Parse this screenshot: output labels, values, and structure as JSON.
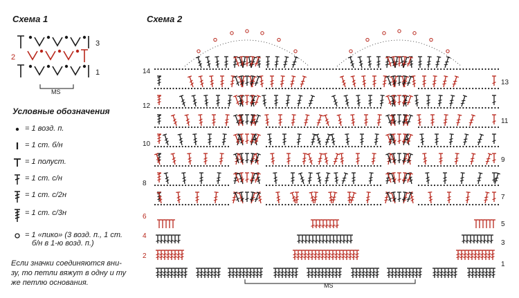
{
  "scheme1": {
    "title": "Схема 1",
    "row_labels": {
      "r1": "1",
      "r2": "2",
      "r3": "3"
    },
    "repeat_label": "MS"
  },
  "scheme2": {
    "title": "Схема 2",
    "left_rows": [
      "14",
      "12",
      "10",
      "8",
      "6",
      "4",
      "2"
    ],
    "right_rows": [
      "13",
      "11",
      "9",
      "7",
      "5",
      "3",
      "1"
    ],
    "repeat_label": "MS"
  },
  "legend": {
    "title": "Условные обозначения",
    "items": [
      {
        "icon": "chain-dot-icon",
        "text": "= 1 возд. п."
      },
      {
        "icon": "single-crochet-icon",
        "text": "= 1 ст. б/н"
      },
      {
        "icon": "half-double-crochet-icon",
        "text": "= 1 полуст."
      },
      {
        "icon": "double-crochet-icon",
        "text": "= 1 ст. с/н"
      },
      {
        "icon": "treble-crochet-icon",
        "text": "= 1 ст. с/2н"
      },
      {
        "icon": "double-treble-crochet-icon",
        "text": "= 1 ст. с/3н"
      }
    ],
    "picot": {
      "icon": "picot-icon",
      "line1": "= 1 «пико» (3 возд. п., 1 ст.",
      "line2": "б/н в 1-ю возд. п.)"
    },
    "note": {
      "line1": "Если значки соединяются вни-",
      "line2": "зу, то петли вяжут в одну и ту",
      "line3": "же петлю основания."
    }
  },
  "colors": {
    "red": "#b8261b",
    "dark": "#1a1a1a"
  }
}
